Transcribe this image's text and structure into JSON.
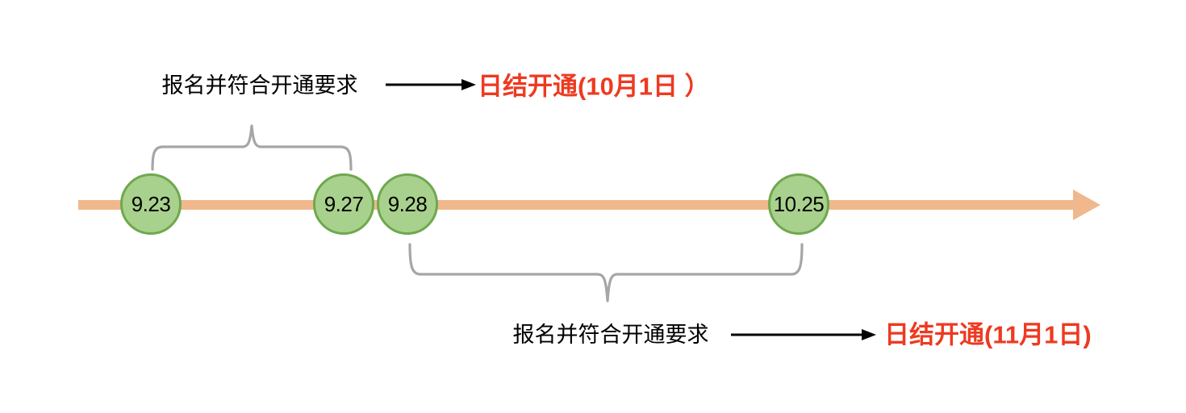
{
  "colors": {
    "timeline-arrow": "#f0b88c",
    "circle-fill": "#a9d18e",
    "circle-border": "#6fa84e",
    "brace": "#a6a6a6",
    "result-red": "#ed3a21",
    "ink": "#000000",
    "bg": "#ffffff"
  },
  "timeline": {
    "milestones": [
      {
        "date": "9.23"
      },
      {
        "date": "9.27"
      },
      {
        "date": "9.28"
      },
      {
        "date": "10.25"
      }
    ]
  },
  "annotations": {
    "top": {
      "condition": "报名并符合开通要求",
      "result": "日结开通(10月1日 ）"
    },
    "bottom": {
      "condition": "报名并符合开通要求",
      "result": "日结开通(11月1日)"
    }
  }
}
